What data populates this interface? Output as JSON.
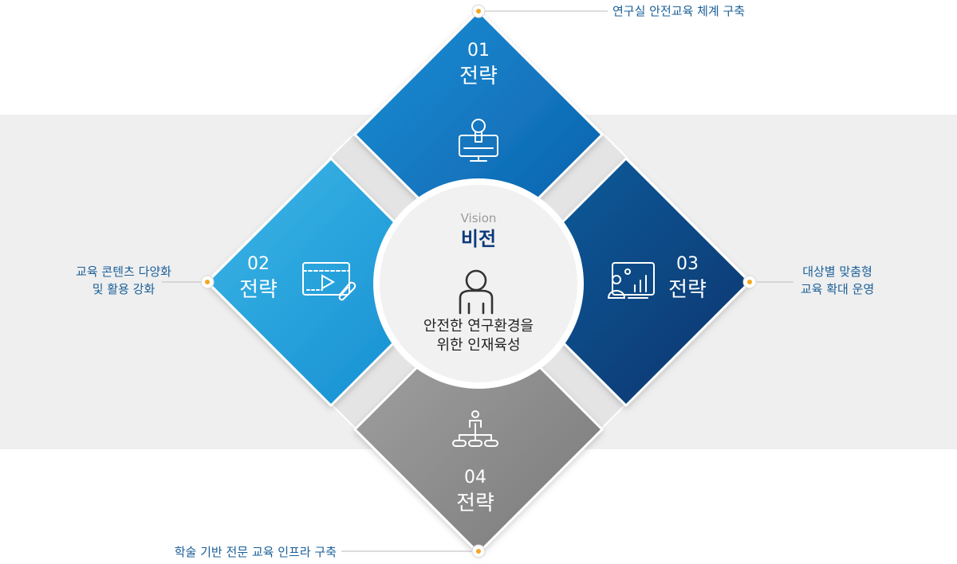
{
  "center": {
    "vision_en": "Vision",
    "vision_ko": "비전",
    "line1": "안전한 연구환경을",
    "line2": "위한 인재육성"
  },
  "strategies": [
    {
      "num": "01",
      "word": "전략",
      "label_lines": [
        "연구실 안전교육 체계 구축"
      ],
      "color": "#0b72c0",
      "icon": "lightbulb-monitor-icon"
    },
    {
      "num": "02",
      "word": "전략",
      "label_lines": [
        "교육 콘텐츠 다양화",
        "및 활용 강화"
      ],
      "color": "#1e9ad8",
      "icon": "video-clip-icon"
    },
    {
      "num": "03",
      "word": "전략",
      "label_lines": [
        "대상별 맞춤형",
        "교육 확대 운영"
      ],
      "color": "#0a4d8c",
      "icon": "presentation-chart-icon"
    },
    {
      "num": "04",
      "word": "전략",
      "label_lines": [
        "학술 기반 전문 교육 인프라 구축"
      ],
      "color": "#8f8f8f",
      "icon": "org-chart-icon"
    }
  ],
  "colors": {
    "dot": "#f5a623",
    "line": "#c8c8c8",
    "label": "#1a5f99",
    "center_title": "#0d3a7a"
  }
}
